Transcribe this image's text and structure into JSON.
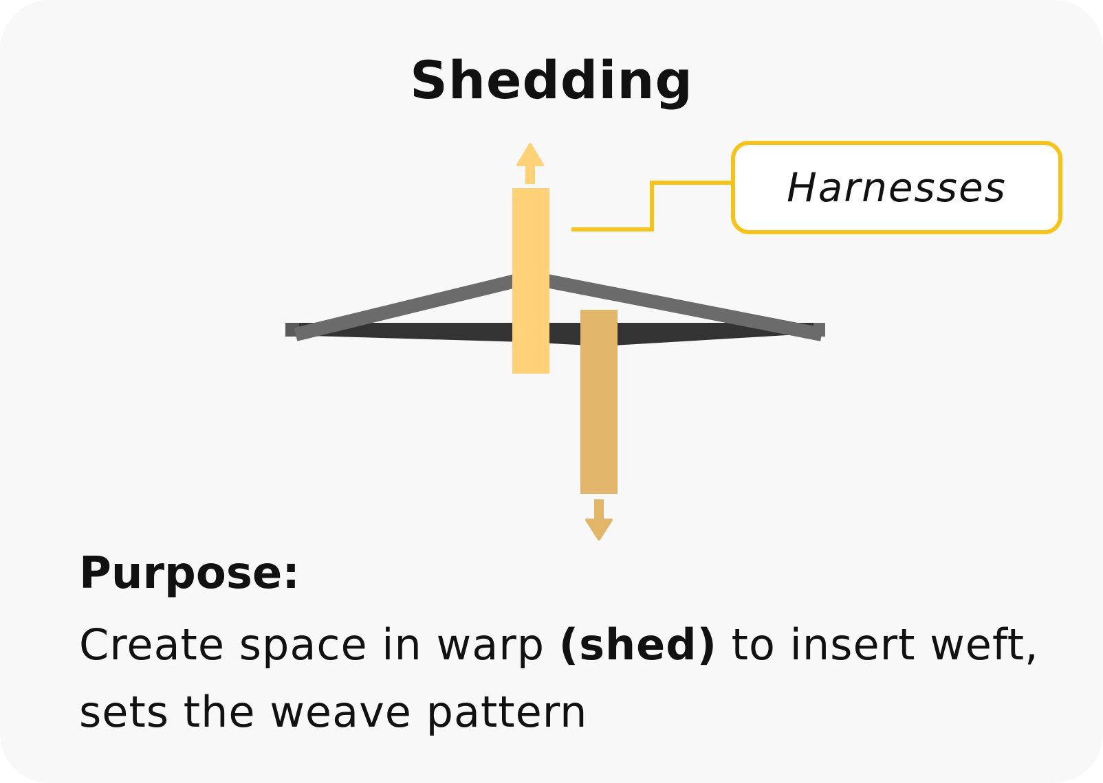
{
  "title": "Shedding",
  "callout": {
    "label": "Harnesses",
    "border_color": "#f7c21a"
  },
  "purpose": {
    "heading": "Purpose:",
    "text_before": "Create space in warp ",
    "open_paren": "(",
    "bold_term": "shed",
    "close_paren": ")",
    "text_after": " to insert weft, sets the weave pattern"
  },
  "colors": {
    "raised_harness": "#ffd27a",
    "lowered_harness": "#e2b66a",
    "top_warp": "#6b6b6b",
    "bottom_warp": "#333333",
    "connector": "#f7c21a"
  },
  "icons": [
    "arrow-up-icon",
    "arrow-down-icon"
  ]
}
